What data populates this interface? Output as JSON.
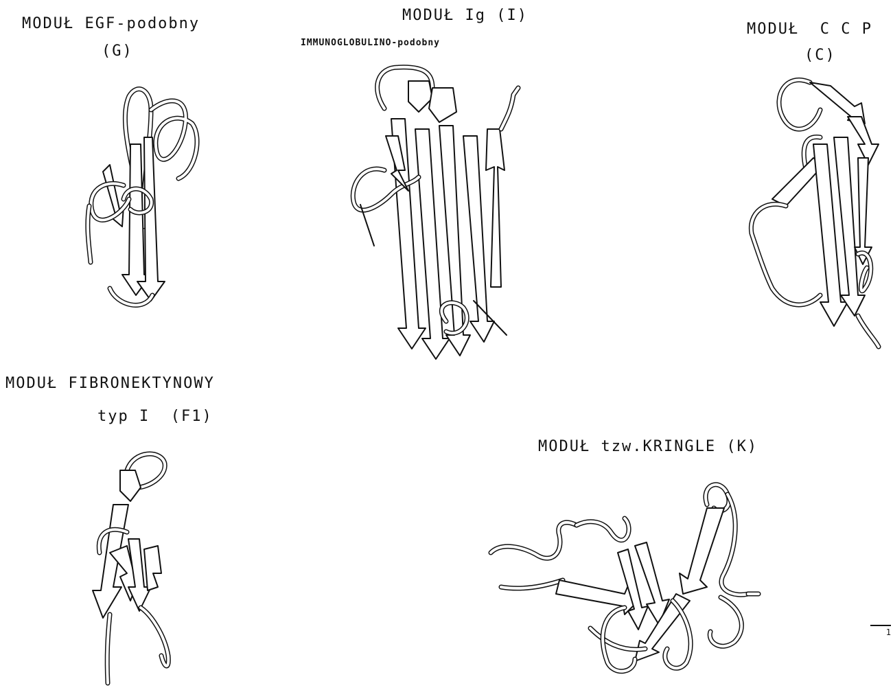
{
  "modules": {
    "egf": {
      "title": "MODUŁ EGF-podobny",
      "code": "(G)"
    },
    "ig": {
      "title": "MODUŁ Ig (I)",
      "subtitle": "IMMUNOGLOBULINO-podobny"
    },
    "ccp": {
      "title": "MODUŁ  C C P",
      "code": "(C)"
    },
    "fibronectin": {
      "title": "MODUŁ FIBRONEKTYNOWY",
      "subtitle": "typ I  (F1)"
    },
    "kringle": {
      "title": "MODUŁ tzw.KRINGLE (K)"
    }
  },
  "page_number": "1"
}
